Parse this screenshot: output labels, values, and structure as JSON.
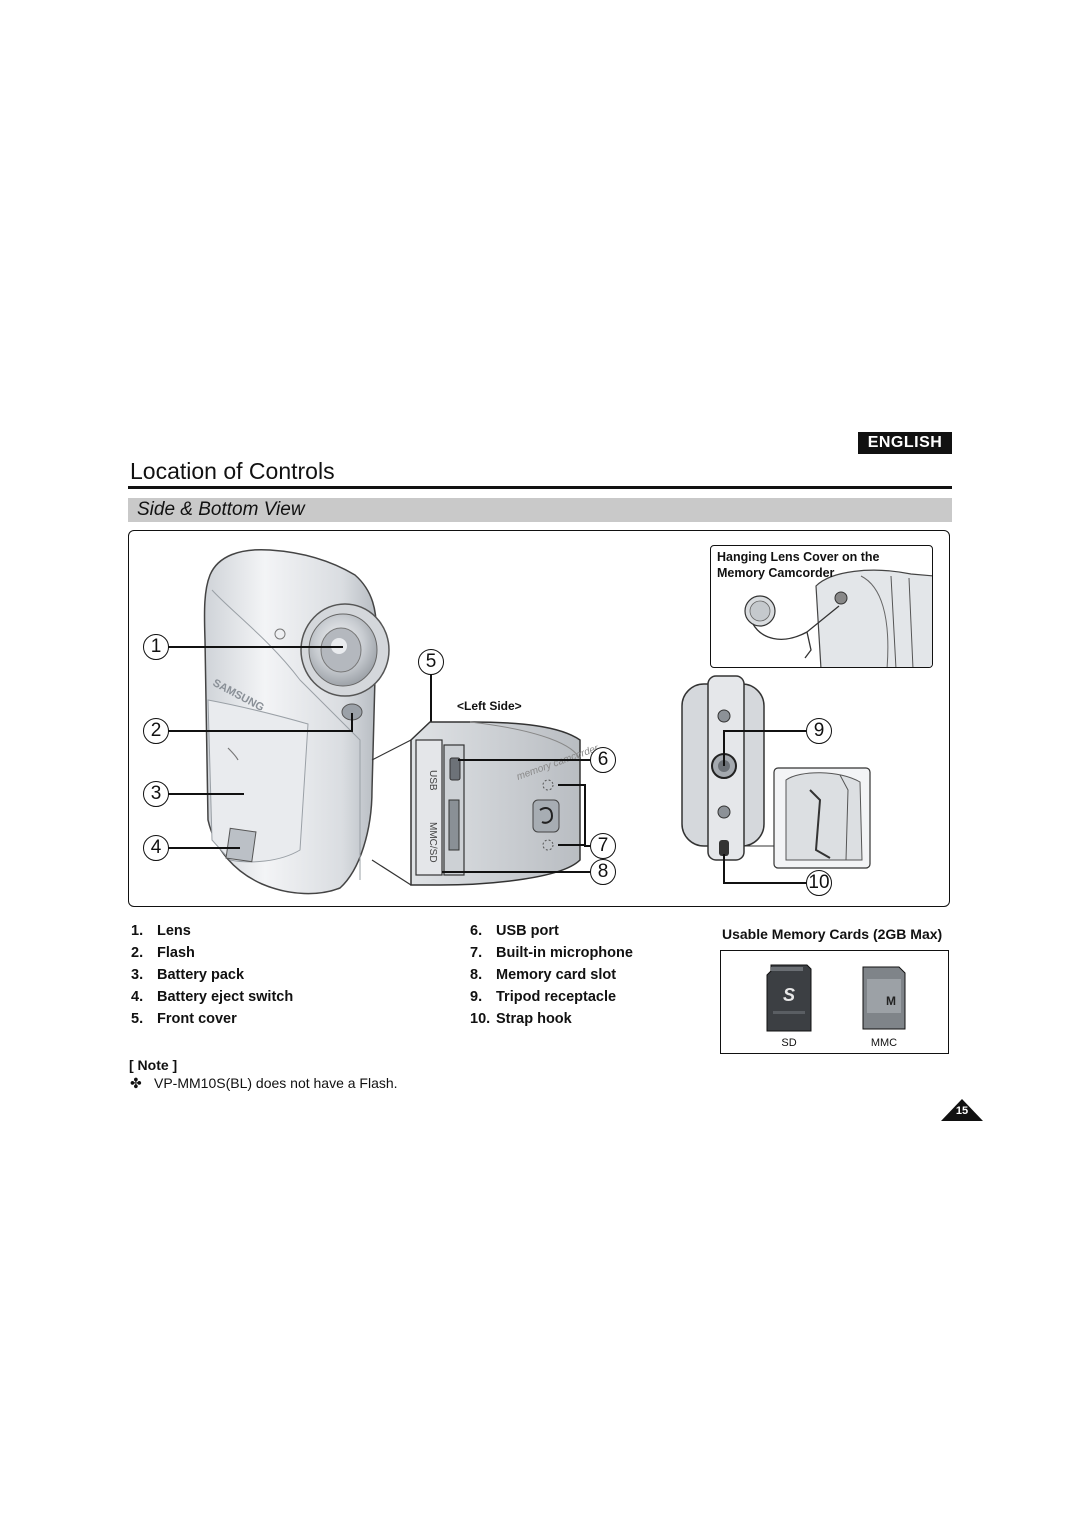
{
  "header": {
    "language_badge": "ENGLISH",
    "title": "Location of Controls",
    "section": "Side & Bottom View"
  },
  "diagram": {
    "callouts": [
      "1",
      "2",
      "3",
      "4",
      "5",
      "6",
      "7",
      "8",
      "9",
      "10"
    ],
    "inset_caption_line1": "Hanging Lens Cover on the",
    "inset_caption_line2": "Memory Camcorder",
    "left_side_label": "<Left Side>",
    "camera_text": {
      "brand": "SAMSUNG",
      "usb": "USB",
      "mmc_sd": "MMC/SD",
      "memory_camcorder": "memory camcorder"
    }
  },
  "parts_left": [
    {
      "num": "1.",
      "label": "Lens"
    },
    {
      "num": "2.",
      "label": "Flash"
    },
    {
      "num": "3.",
      "label": "Battery pack"
    },
    {
      "num": "4.",
      "label": "Battery eject switch"
    },
    {
      "num": "5.",
      "label": "Front cover"
    }
  ],
  "parts_right": [
    {
      "num": "6.",
      "label": "USB port"
    },
    {
      "num": "7.",
      "label": "Built-in microphone"
    },
    {
      "num": "8.",
      "label": "Memory card slot"
    },
    {
      "num": "9.",
      "label": "Tripod receptacle"
    },
    {
      "num": "10.",
      "label": "Strap hook"
    }
  ],
  "memory_cards": {
    "title": "Usable Memory Cards (2GB Max)",
    "sd_label": "SD",
    "mmc_label": "MMC"
  },
  "note": {
    "title": "[ Note ]",
    "mark": "✤",
    "text": "VP-MM10S(BL) does not have a Flash."
  },
  "page_number": "15"
}
